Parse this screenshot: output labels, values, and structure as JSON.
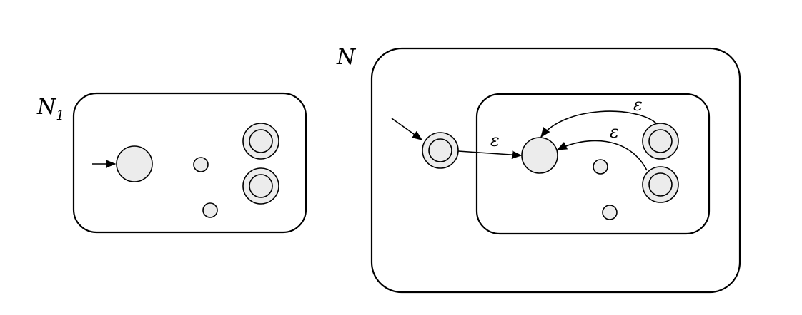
{
  "left_automaton": {
    "label_main": "N",
    "label_sub": "1"
  },
  "right_automaton": {
    "label": "N"
  },
  "transitions": {
    "epsilon_label_start": "ε",
    "epsilon_label_upper": "ε",
    "epsilon_label_lower": "ε"
  },
  "colors": {
    "state_fill": "#ececec",
    "stroke": "#000000"
  }
}
